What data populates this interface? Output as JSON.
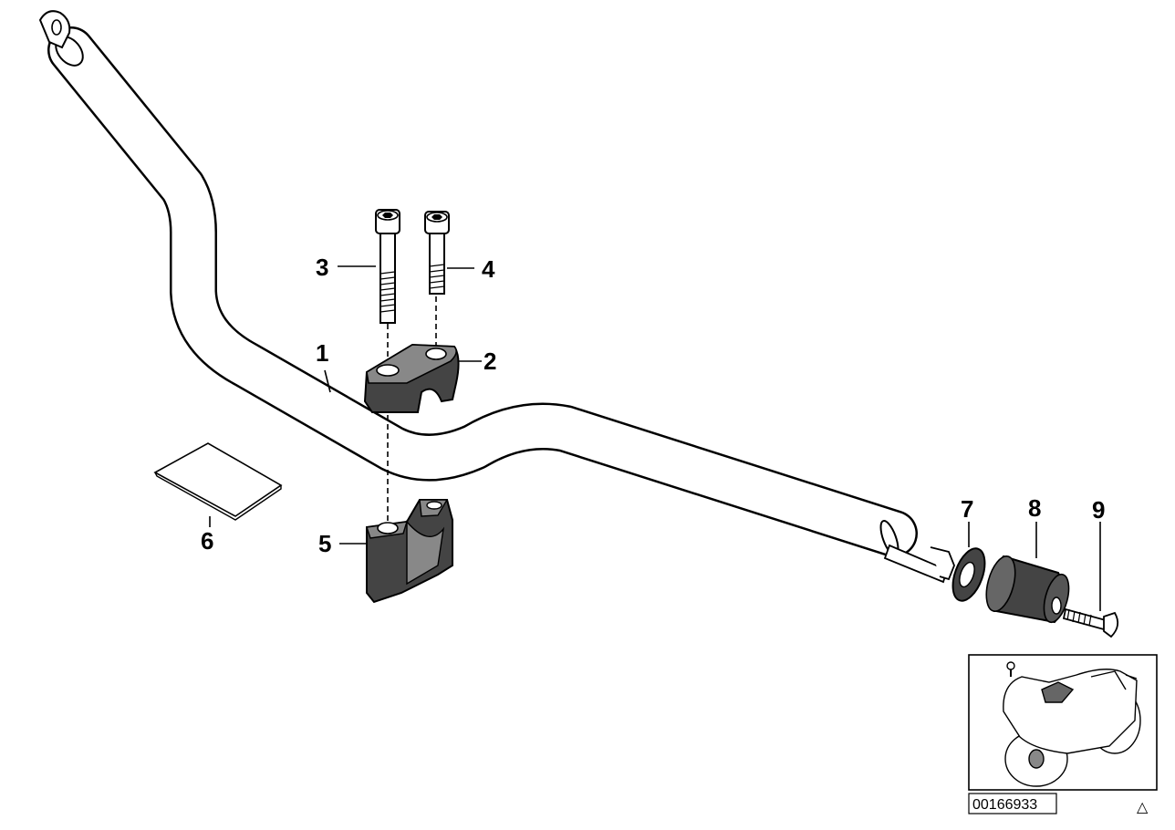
{
  "diagram": {
    "callouts": [
      {
        "id": "1",
        "label": "1"
      },
      {
        "id": "2",
        "label": "2"
      },
      {
        "id": "3",
        "label": "3"
      },
      {
        "id": "4",
        "label": "4"
      },
      {
        "id": "5",
        "label": "5"
      },
      {
        "id": "6",
        "label": "6"
      },
      {
        "id": "7",
        "label": "7"
      },
      {
        "id": "8",
        "label": "8"
      },
      {
        "id": "9",
        "label": "9"
      }
    ],
    "part_number": "00166933",
    "corner_mark": "△"
  }
}
